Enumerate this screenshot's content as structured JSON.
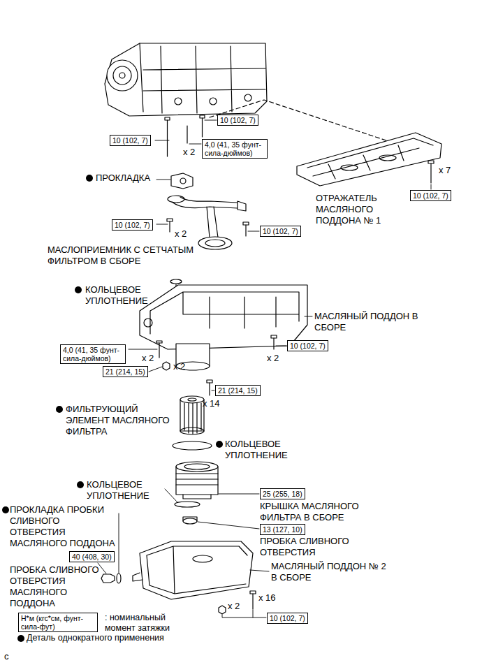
{
  "diagram": {
    "nodes": [
      {
        "text": [
          "10 (102, 7)"
        ]
      },
      {
        "text": [
          "10 (102, 7)"
        ]
      },
      {
        "text": [
          "4,0 (41, 35 фунт-сила-дюймов)"
        ]
      },
      {
        "text": [
          "10 (102, 7)"
        ]
      },
      {
        "text": [
          "10 (102, 7)"
        ]
      },
      {
        "text": [
          "10 (102, 7)"
        ]
      },
      {
        "text": [
          "10 (102, 7)"
        ]
      },
      {
        "text": [
          "4,0 (41, 35 фунт-сила-дюймов)"
        ]
      },
      {
        "text": [
          "21 (214, 15)"
        ]
      },
      {
        "text": [
          "21 (214, 15)"
        ]
      },
      {
        "text": [
          "25 (255, 18)"
        ]
      },
      {
        "text": [
          "13 (127, 10)"
        ]
      },
      {
        "text": [
          "40 (408, 30)"
        ]
      },
      {
        "text": [
          "10 (102, 7)"
        ]
      },
      {
        "text": [
          "Н*м (кгс*см, фунт-сила-фут)"
        ]
      }
    ],
    "labels": [
      "ПРОКЛАДКА",
      "x 2",
      "x 7",
      "ОТРАЖАТЕЛЬ МАСЛЯНОГО ПОДДОНА № 1",
      "x 2",
      "МАСЛОПРИЕМНИК С СЕТЧАТЫМ ФИЛЬТРОМ В СБОРЕ",
      "КОЛЬЦЕВОЕ УПЛОТНЕНИЕ",
      "МАСЛЯНЫЙ ПОДДОН В СБОРЕ",
      "x 2",
      "x 2",
      "x 2",
      "x 14",
      "ФИЛЬТРУЮЩИЙ ЭЛЕМЕНТ МАСЛЯНОГО ФИЛЬТРА",
      "КОЛЬЦЕВОЕ УПЛОТНЕНИЕ",
      "КОЛЬЦЕВОЕ УПЛОТНЕНИЕ",
      "КРЫШКА МАСЛЯНОГО ФИЛЬТРА В СБОРЕ",
      "ПРОБКА СЛИВНОГО ОТВЕРСТИЯ",
      "МАСЛЯНЫЙ ПОДДОН № 2 В СБОРЕ",
      "ПРОКЛАДКА ПРОБКИ СЛИВНОГО ОТВЕРСТИЯ МАСЛЯНОГО ПОДДОНА",
      "ПРОБКА СЛИВНОГО ОТВЕРСТИЯ МАСЛЯНОГО ПОДДОНА",
      "x 2",
      "x 16",
      "c"
    ],
    "legend": [
      {
        "text": ": номинальный момент затяжки"
      },
      {
        "text": "Деталь однократного применения"
      }
    ]
  }
}
